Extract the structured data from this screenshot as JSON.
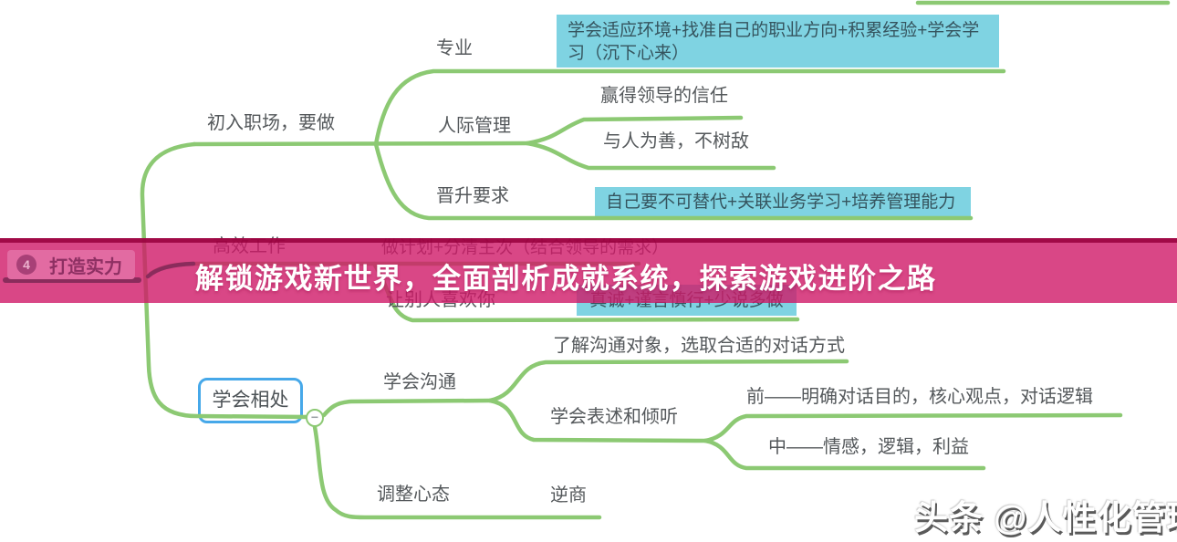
{
  "banner": {
    "title": "解锁游戏新世界，全面剖析成就系统，探索游戏进阶之路",
    "color": "#cf1968"
  },
  "watermark": {
    "text": "头条 @人性化管理"
  },
  "mindmap": {
    "root": {
      "badge": "4",
      "label": "打造实力"
    },
    "collapse_glyph": "−",
    "line_color": "#8cc973",
    "detail_box_color": "#7fd3e2",
    "nodes": {
      "beginner": "初入职场，要做",
      "professional": "专业",
      "professional_detail": "学会适应环境+找准自己的职业方向+积累经验+学会学习（沉下心来）",
      "interpersonal": "人际管理",
      "trust": "赢得领导的信任",
      "kindness": "与人为善，不树敌",
      "promotion": "晋升要求",
      "promotion_detail": "自己要不可替代+关联业务学习+培养管理能力",
      "efficient": "高效工作",
      "plan": "做计划+分清主次（结合领导的需求）",
      "liked": "让别人喜欢你",
      "liked_detail": "真诚+谨言慎行+少说多做",
      "getalong": "学会相处",
      "communicate": "学会沟通",
      "understand": "了解沟通对象，选取合适的对话方式",
      "express": "学会表述和倾听",
      "express_before": "前——明确对话目的，核心观点，对话逻辑",
      "express_during": "中——情感，逻辑，利益",
      "mindset": "调整心态",
      "adversity": "逆商"
    },
    "hierarchy": [
      {
        "node": "root",
        "children": [
          {
            "node": "beginner",
            "children": [
              {
                "node": "professional",
                "children": [
                  "professional_detail"
                ]
              },
              {
                "node": "interpersonal",
                "children": [
                  "trust",
                  "kindness"
                ]
              },
              {
                "node": "promotion",
                "children": [
                  "promotion_detail"
                ]
              }
            ]
          },
          {
            "node": "efficient",
            "children": [
              {
                "node": "plan"
              },
              {
                "node": "liked",
                "children": [
                  "liked_detail"
                ]
              }
            ]
          },
          {
            "node": "getalong",
            "children": [
              {
                "node": "communicate",
                "children": [
                  {
                    "node": "understand"
                  },
                  {
                    "node": "express",
                    "children": [
                      "express_before",
                      "express_during"
                    ]
                  }
                ]
              },
              {
                "node": "mindset",
                "children": [
                  "adversity"
                ]
              }
            ]
          }
        ]
      }
    ]
  }
}
